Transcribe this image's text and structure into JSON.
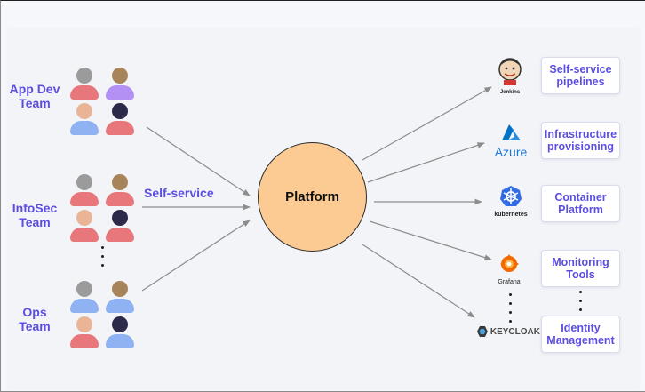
{
  "teams": [
    {
      "label_line1": "App Dev",
      "label_line2": "Team"
    },
    {
      "label_line1": "InfoSec",
      "label_line2": "Team"
    },
    {
      "label_line1": "Ops",
      "label_line2": "Team"
    }
  ],
  "edge_label": "Self-service",
  "platform": {
    "label": "Platform"
  },
  "tools": [
    {
      "name": "jenkins",
      "label": "Jenkins",
      "icon": "jenkins-icon"
    },
    {
      "name": "azure",
      "label": "Azure",
      "icon": "azure-icon"
    },
    {
      "name": "kubernetes",
      "label": "kubernetes",
      "icon": "kubernetes-icon"
    },
    {
      "name": "grafana",
      "label": "Grafana",
      "icon": "grafana-icon"
    },
    {
      "name": "keycloak",
      "label": "KEYCLOAK",
      "icon": "keycloak-icon"
    }
  ],
  "services": [
    {
      "line1": "Self-service",
      "line2": "pipelines"
    },
    {
      "line1": "Infrastructure",
      "line2": "provisioning"
    },
    {
      "line1": "Container",
      "line2": "Platform"
    },
    {
      "line1": "Monitoring",
      "line2": "Tools"
    },
    {
      "line1": "Identity",
      "line2": "Management"
    }
  ],
  "colors": {
    "accent": "#5b4ee0",
    "platform_fill": "#fccb93",
    "arrow": "#8c8c8c"
  }
}
